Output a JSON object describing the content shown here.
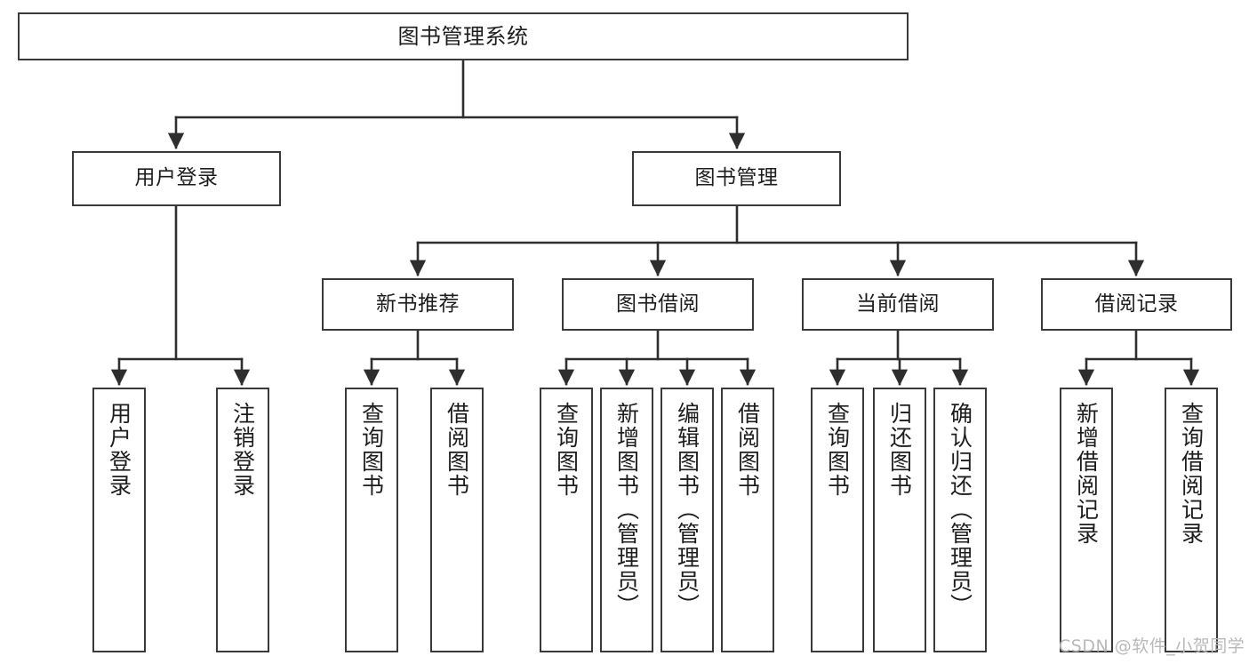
{
  "diagram": {
    "title": "图书管理系统",
    "type": "功能结构图",
    "root": {
      "id": "root",
      "label": "图书管理系统",
      "orientation": "horizontal"
    },
    "level2": [
      {
        "id": "user-login",
        "label": "用户登录",
        "orientation": "horizontal"
      },
      {
        "id": "book-manage",
        "label": "图书管理",
        "orientation": "horizontal"
      }
    ],
    "level3": [
      {
        "id": "new-book-rec",
        "label": "新书推荐",
        "orientation": "horizontal"
      },
      {
        "id": "book-borrow",
        "label": "图书借阅",
        "orientation": "horizontal"
      },
      {
        "id": "current-borrow",
        "label": "当前借阅",
        "orientation": "horizontal"
      },
      {
        "id": "borrow-record",
        "label": "借阅记录",
        "orientation": "horizontal"
      }
    ],
    "leaves": [
      {
        "id": "leaf-user-login",
        "label": "用户登录",
        "parent": "user-login",
        "orientation": "vertical"
      },
      {
        "id": "leaf-user-logout",
        "label": "注销登录",
        "parent": "user-login",
        "orientation": "vertical"
      },
      {
        "id": "leaf-query-book-1",
        "label": "查询图书",
        "parent": "new-book-rec",
        "orientation": "vertical"
      },
      {
        "id": "leaf-borrow-book-1",
        "label": "借阅图书",
        "parent": "new-book-rec",
        "orientation": "vertical"
      },
      {
        "id": "leaf-query-book-2",
        "label": "查询图书",
        "parent": "book-borrow",
        "orientation": "vertical"
      },
      {
        "id": "leaf-add-book",
        "label": "新增图书（管理员）",
        "parent": "book-borrow",
        "orientation": "vertical"
      },
      {
        "id": "leaf-edit-book",
        "label": "编辑图书（管理员）",
        "parent": "book-borrow",
        "orientation": "vertical"
      },
      {
        "id": "leaf-borrow-book-2",
        "label": "借阅图书",
        "parent": "book-borrow",
        "orientation": "vertical"
      },
      {
        "id": "leaf-query-book-3",
        "label": "查询图书",
        "parent": "current-borrow",
        "orientation": "vertical"
      },
      {
        "id": "leaf-return-book",
        "label": "归还图书",
        "parent": "current-borrow",
        "orientation": "vertical"
      },
      {
        "id": "leaf-confirm-return",
        "label": "确认归还（管理员）",
        "parent": "current-borrow",
        "orientation": "vertical"
      },
      {
        "id": "leaf-add-record",
        "label": "新增借阅记录",
        "parent": "borrow-record",
        "orientation": "vertical"
      },
      {
        "id": "leaf-query-record",
        "label": "查询借阅记录",
        "parent": "borrow-record",
        "orientation": "vertical"
      }
    ],
    "watermark": "CSDN @软件_小贺同学",
    "colors": {
      "box_border": "#3a3a3a",
      "box_fill": "#ffffff",
      "edge": "#2e2e2e",
      "text": "#1d1d1d",
      "watermark": "#b9b9b9",
      "background": "#ffffff"
    }
  }
}
